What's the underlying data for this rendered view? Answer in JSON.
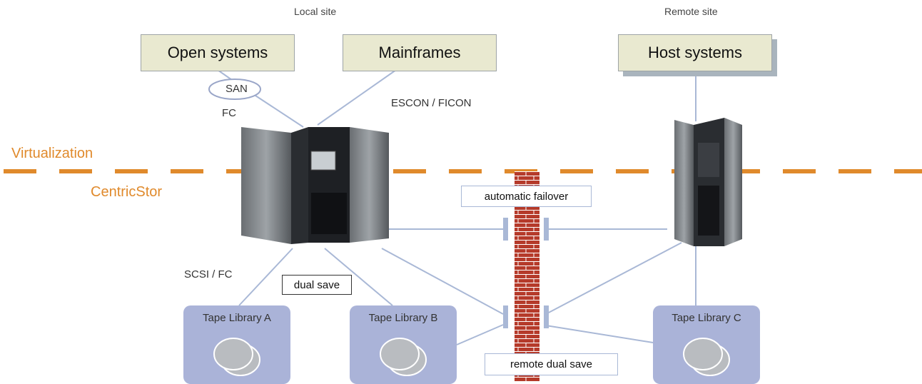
{
  "sites": {
    "local": "Local site",
    "remote": "Remote site"
  },
  "hosts": {
    "open_systems": "Open systems",
    "mainframes": "Mainframes",
    "host_systems": "Host systems"
  },
  "connections": {
    "san": "SAN",
    "fc": "FC",
    "escon_ficon": "ESCON / FICON",
    "scsi_fc": "SCSI / FC"
  },
  "layers": {
    "virtualization": "Virtualization",
    "centricstor": "CentricStor"
  },
  "features": {
    "automatic_failover": "automatic failover",
    "dual_save": "dual save",
    "remote_dual_save": "remote dual save"
  },
  "libraries": [
    "Tape Library A",
    "Tape Library B",
    "Tape Library C"
  ],
  "colors": {
    "accent_orange": "#e08a2c",
    "host_box_fill": "#e9e9d0",
    "library_fill": "#aab3d8",
    "connector_line": "#a9b8d6",
    "firewall_brick": "#b53a2a"
  }
}
